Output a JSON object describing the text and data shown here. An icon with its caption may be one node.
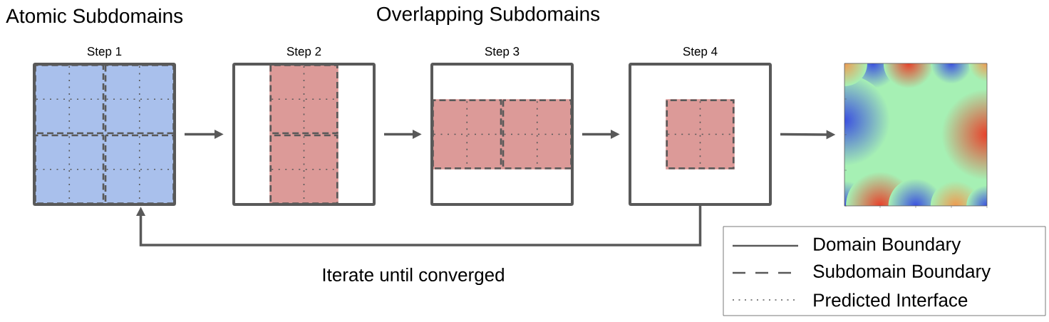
{
  "diagram": {
    "nodes": [
      {
        "text": [
          "Step 1"
        ]
      },
      {
        "text": [
          "Step 2"
        ]
      },
      {
        "text": [
          "Step 3"
        ]
      },
      {
        "text": [
          "Step 4"
        ]
      },
      {
        "text": [],
        "shape": "picture"
      }
    ],
    "edges": [
      {
        "from": 0,
        "to": 1,
        "arrow": "to"
      },
      {
        "from": 1,
        "to": 2,
        "arrow": "to"
      },
      {
        "from": 2,
        "to": 3,
        "arrow": "to"
      },
      {
        "from": 3,
        "to": 4,
        "arrow": "to"
      },
      {
        "from": 3,
        "to": 0,
        "arrow": "to",
        "label": "Iterate until converged"
      }
    ],
    "labels": [
      "Atomic Subdomains",
      "Overlapping Subdomains"
    ],
    "legend": [
      {
        "text": "Domain Boundary"
      },
      {
        "text": "Subdomain Boundary"
      },
      {
        "text": "Predicted Interface"
      }
    ]
  }
}
